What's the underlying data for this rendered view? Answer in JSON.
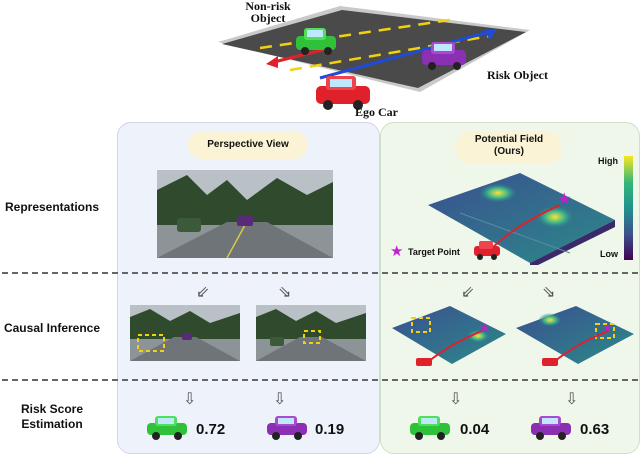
{
  "header": {
    "non_risk_object": "Non-risk\nObject",
    "risk_object": "Risk Object",
    "ego_car": "Ego Car"
  },
  "rows": {
    "representations": "Representations",
    "causal_inference": "Causal Inference",
    "risk_score_estimation": "Risk Score\nEstimation"
  },
  "left_panel": {
    "title": "Perspective View",
    "score_green": "0.72",
    "score_purple": "0.19"
  },
  "right_panel": {
    "title": "Potential Field\n(Ours)",
    "colorbar_high": "High",
    "colorbar_low": "Low",
    "target_point": "Target Point",
    "score_green": "0.04",
    "score_purple": "0.63"
  },
  "colors": {
    "left_panel_bg": "#eef2fa",
    "right_panel_bg": "#eef7ea",
    "pill_bg": "#fbf3d6",
    "green_car": "#2fc13a",
    "purple_car": "#8b2fb3",
    "red_car": "#e0202a",
    "star": "#c21fd1"
  },
  "icons": [
    "arrow-down-left-icon",
    "arrow-down-right-icon",
    "arrow-down-icon",
    "star-icon",
    "car-icon"
  ]
}
